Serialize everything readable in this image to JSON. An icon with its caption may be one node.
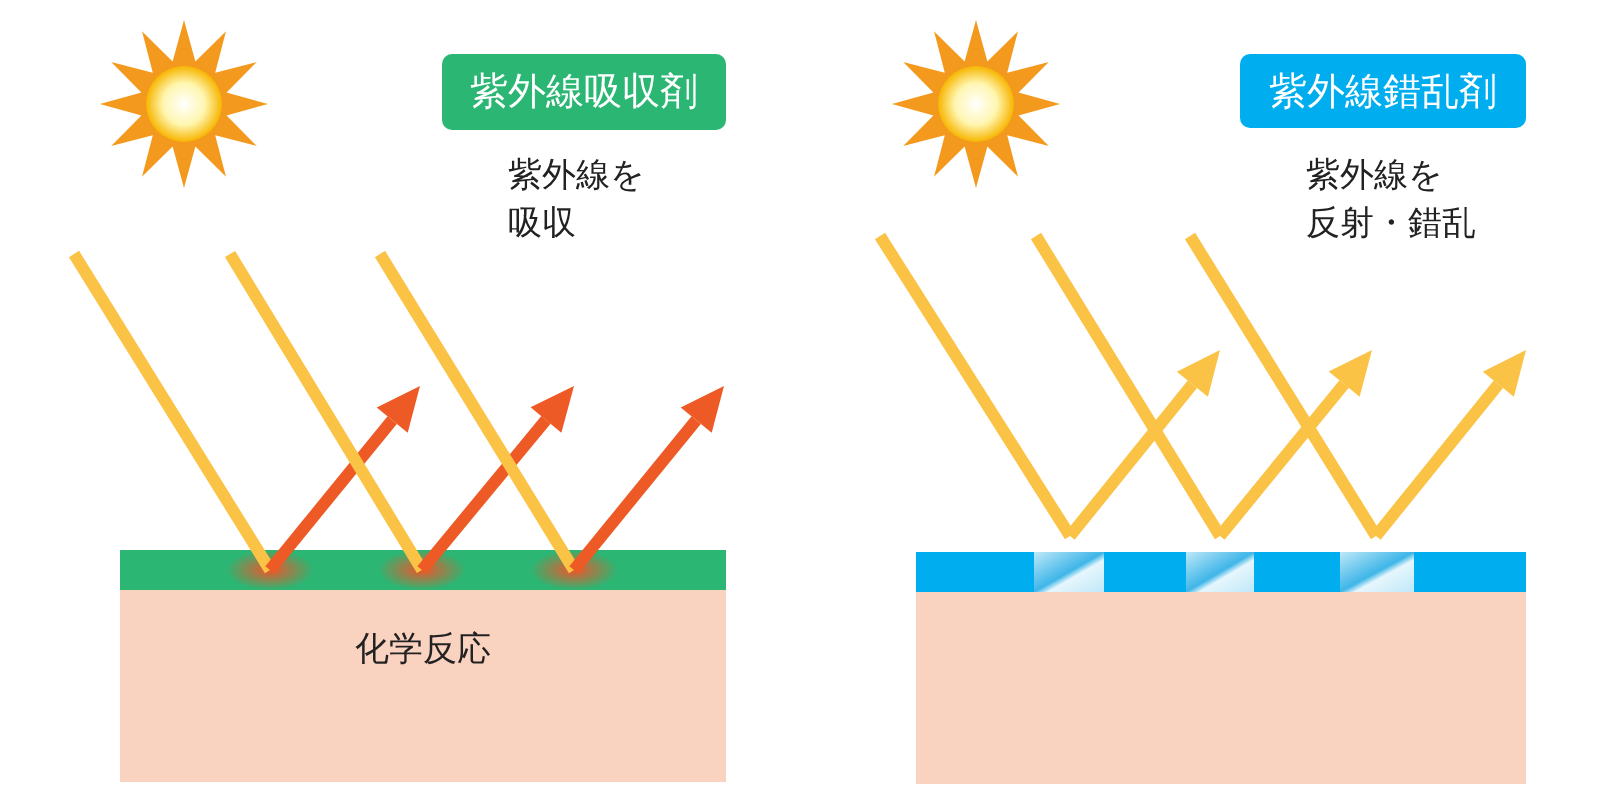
{
  "diagram": {
    "nodes": [
      {
        "text": [
          "紫外線吸収剤"
        ]
      },
      {
        "text": [
          "化学反応"
        ]
      },
      {
        "text": [
          "紫外線錯乱剤"
        ]
      },
      {
        "text": [],
        "shape": "box"
      }
    ],
    "labels": [
      "紫外線を吸収",
      "紫外線を反射・錯乱"
    ]
  }
}
